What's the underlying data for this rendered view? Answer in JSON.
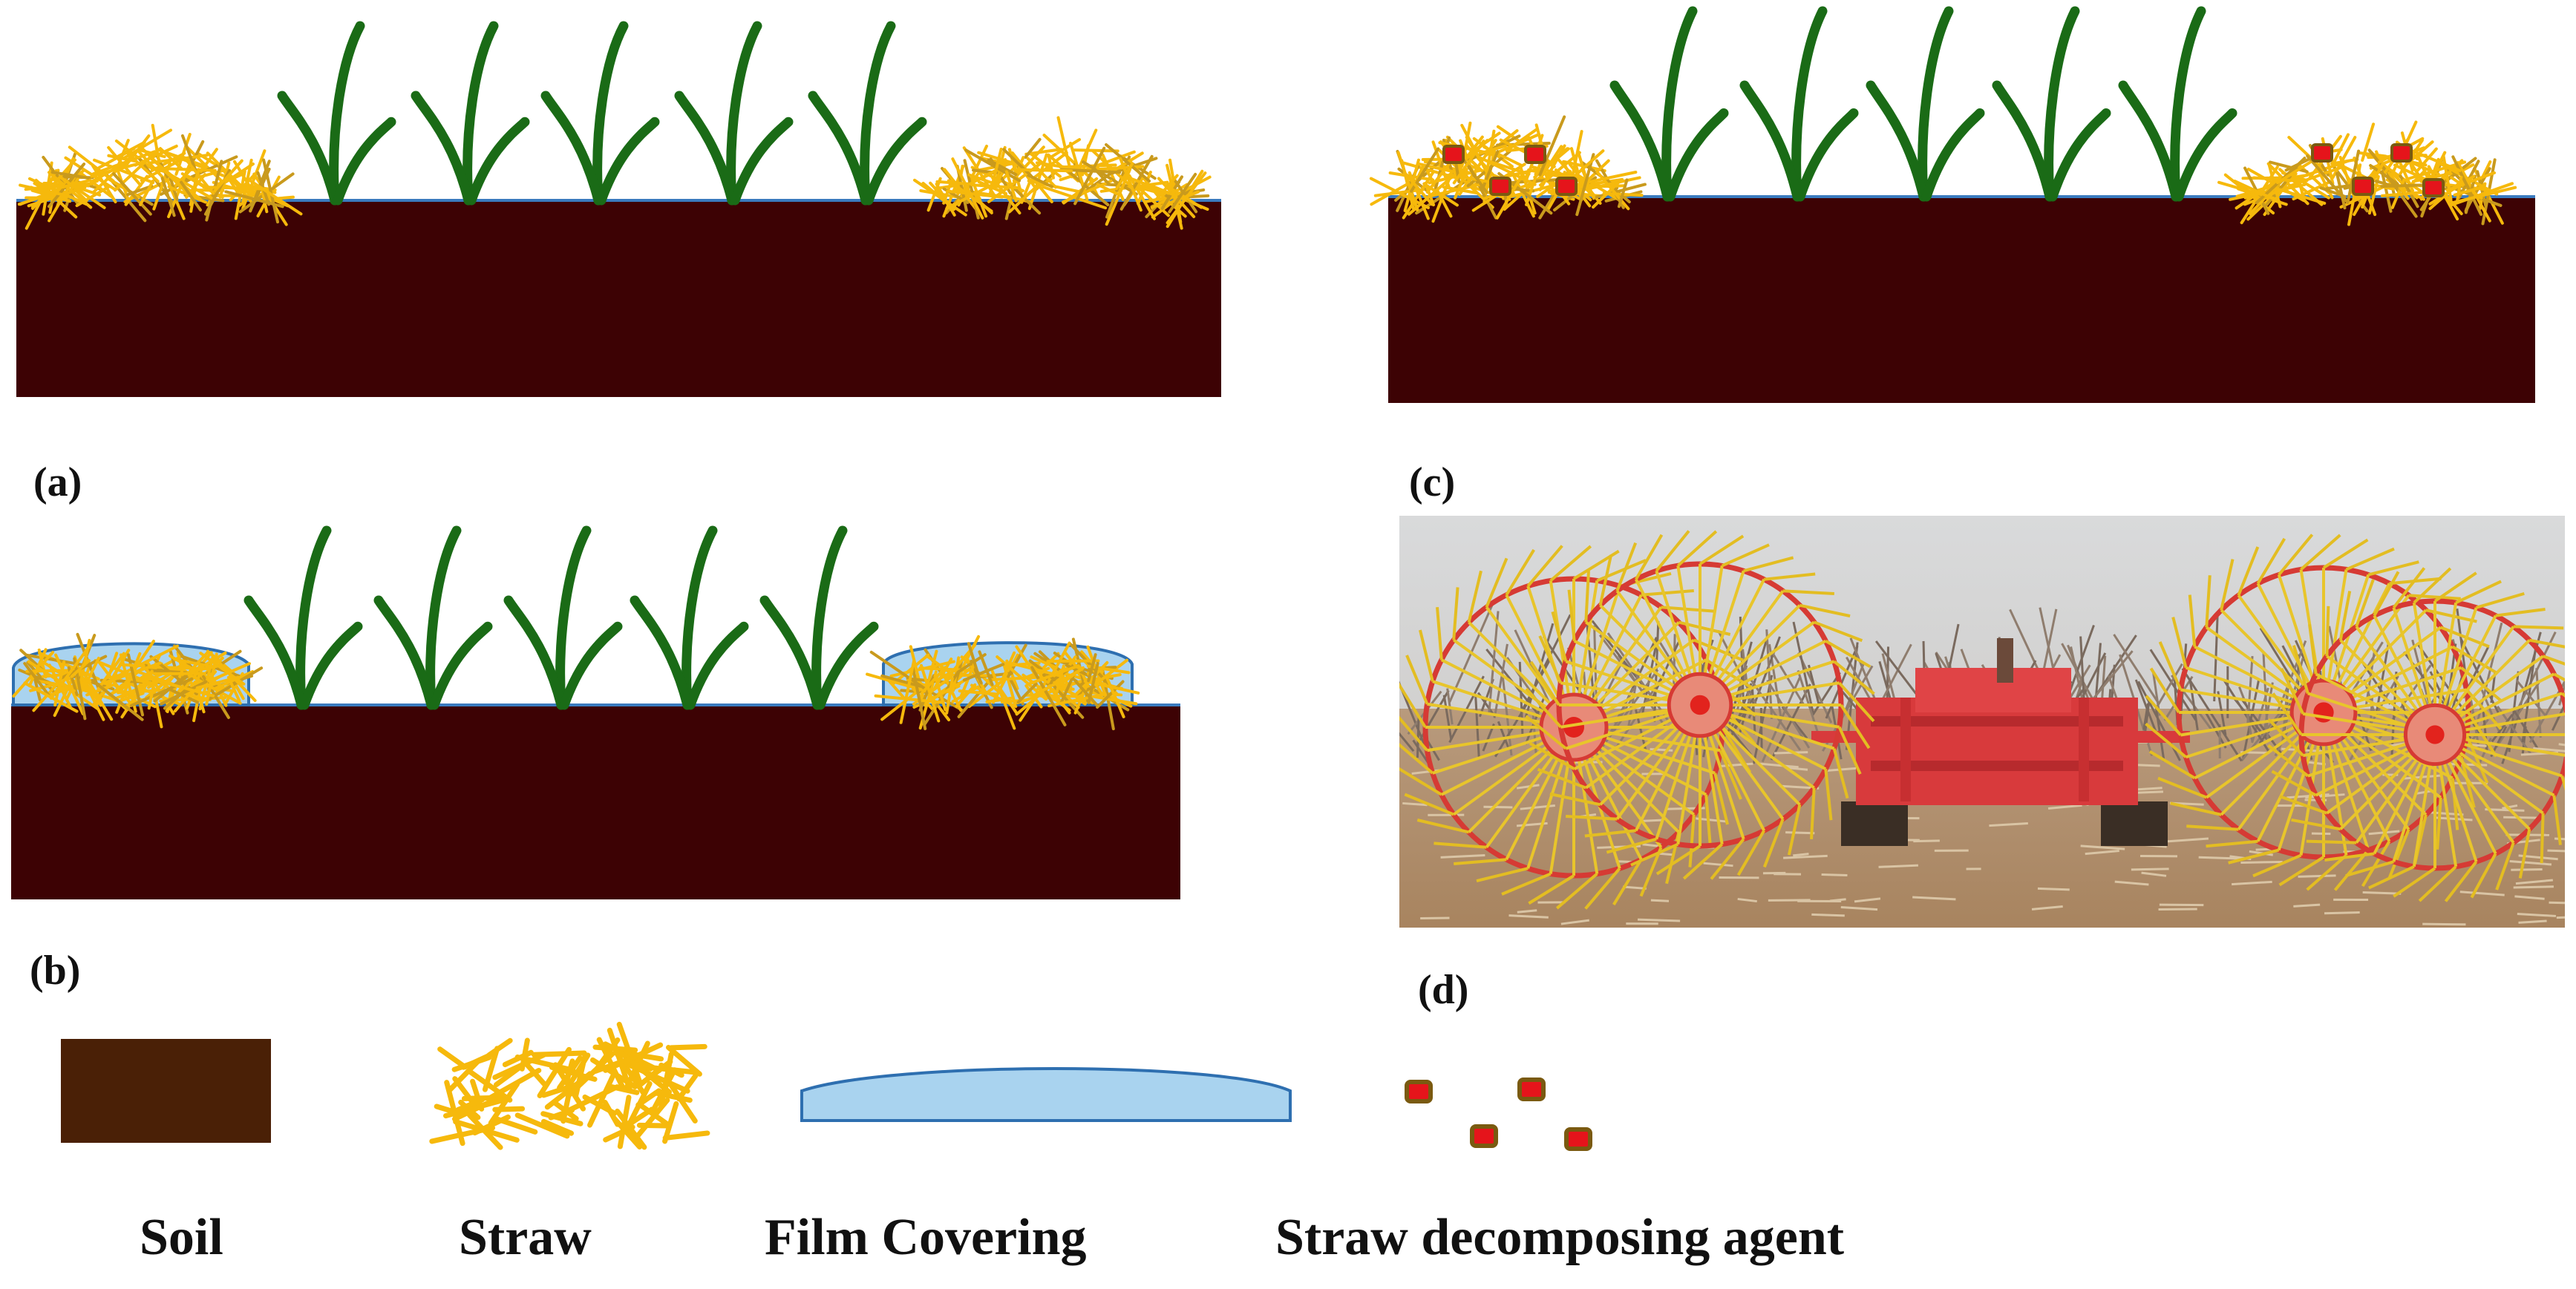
{
  "panels": {
    "a": {
      "label": "(a)"
    },
    "b": {
      "label": "(b)"
    },
    "c": {
      "label": "(c)"
    },
    "d": {
      "label": "(d)"
    }
  },
  "legend": {
    "soil": "Soil",
    "straw": "Straw",
    "film": "Film Covering",
    "agent": "Straw decomposing agent"
  },
  "colors": {
    "soil_field": "#3d0204",
    "soil_legend": "#4a2006",
    "straw": "#f6b90c",
    "straw_dark": "#c99a1d",
    "leaf": "#1a6b16",
    "film_fill": "#a9d3ef",
    "film_stroke": "#2e6fb0",
    "agent_fill": "#e5141b",
    "agent_stroke": "#7a5a10",
    "ground_line": "#3a7bbf"
  }
}
